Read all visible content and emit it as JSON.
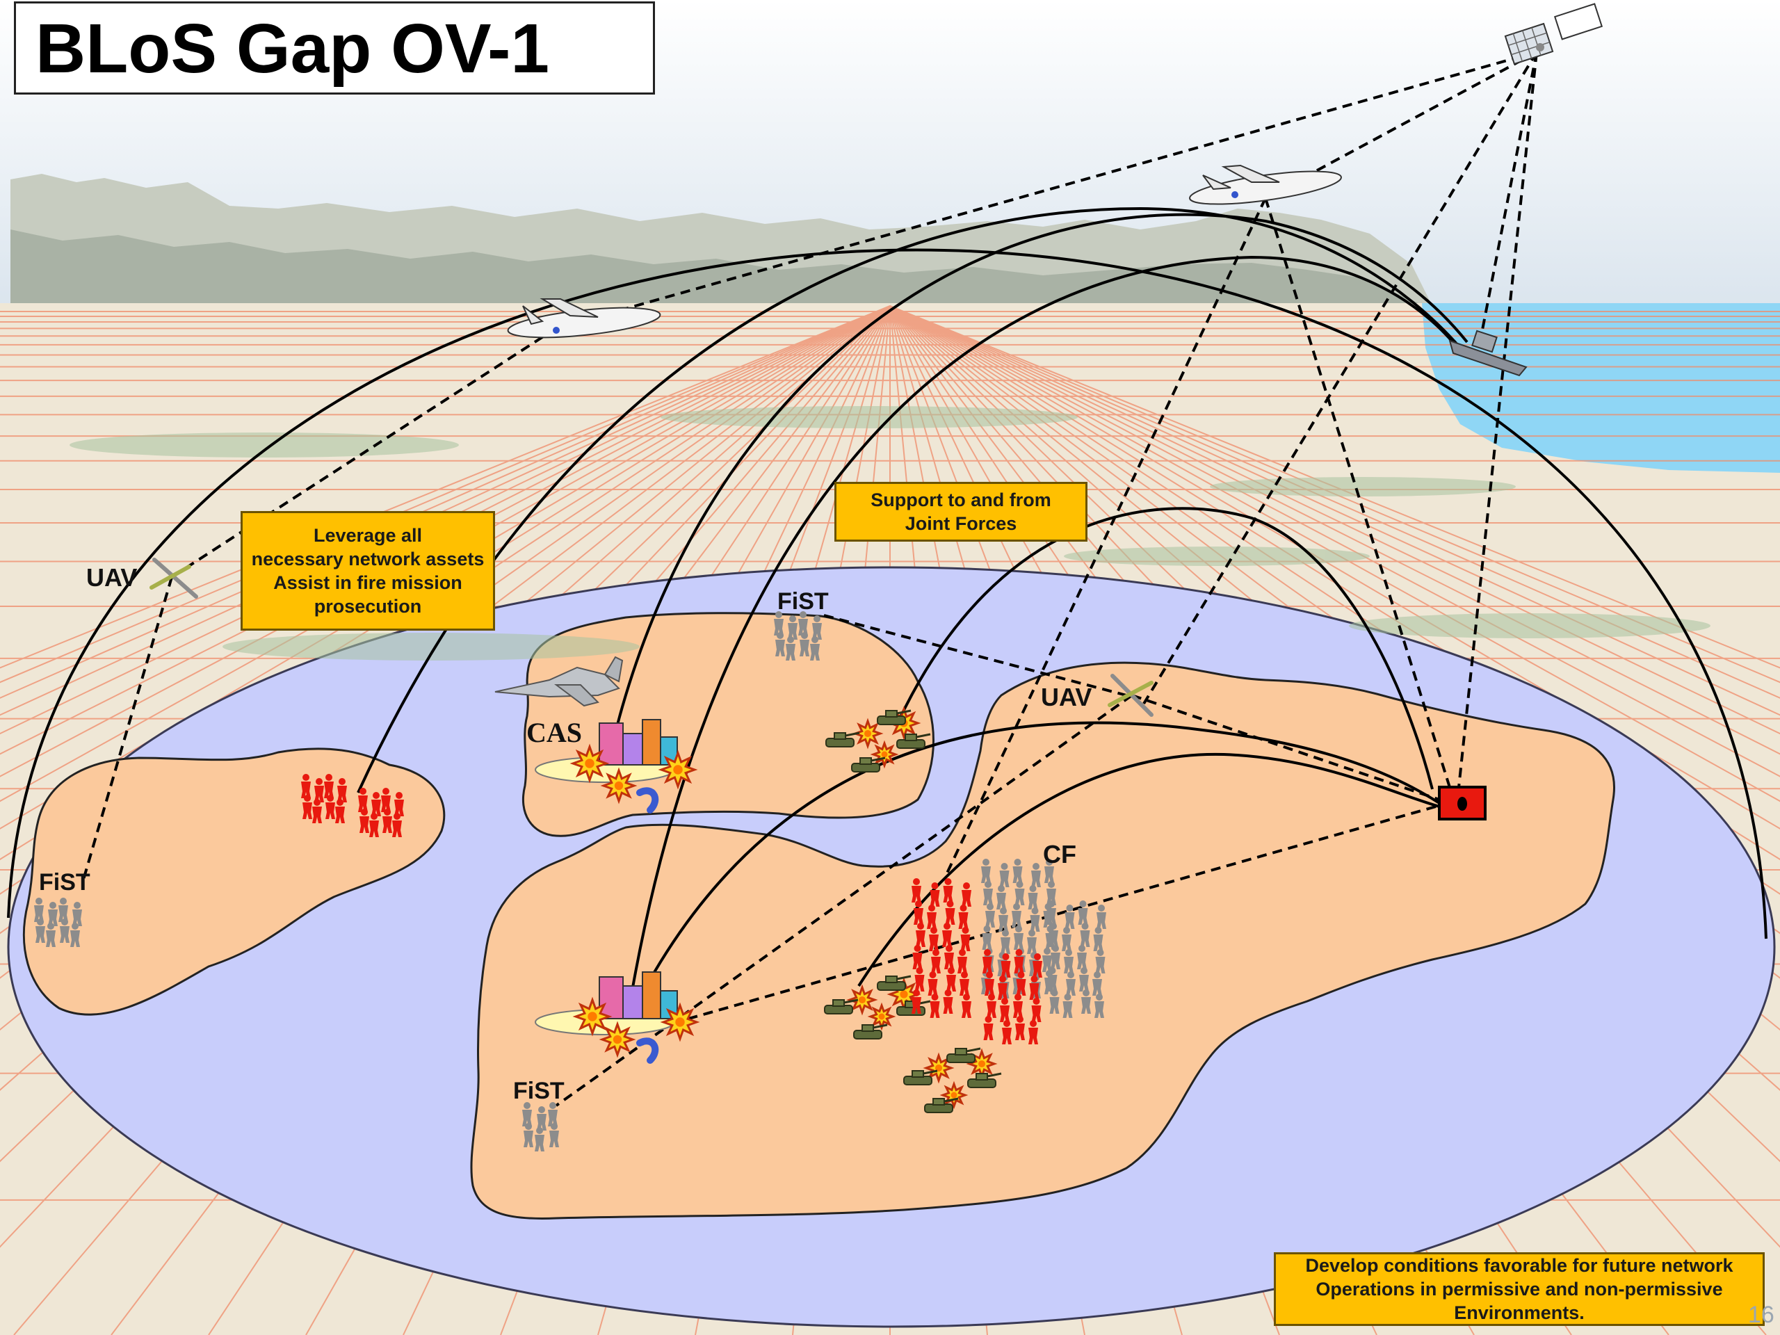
{
  "title": "BLoS Gap OV-1",
  "callouts": {
    "network_assets": "Leverage all\nnecessary network assets\nAssist in fire mission\nprosecution",
    "joint_forces": "Support to and from\nJoint Forces",
    "future_network": "Develop conditions favorable for future network\nOperations in permissive and non-permissive\nEnvironments."
  },
  "labels": {
    "uav": "UAV",
    "fist": "FiST",
    "cas": "CAS",
    "cf": "CF"
  },
  "page_number": "16",
  "colors": {
    "sky": "#dfe8ef",
    "ground": "#f1eadc",
    "grid": "#f08c6a",
    "water": "#8fd6f5",
    "dome_ellipse": "#c8cdfb",
    "land": "#fbc99c",
    "callout": "#ffc000",
    "enemy": "#e8190f",
    "friendly": "#8c8c8c",
    "target": "#e8190f"
  }
}
